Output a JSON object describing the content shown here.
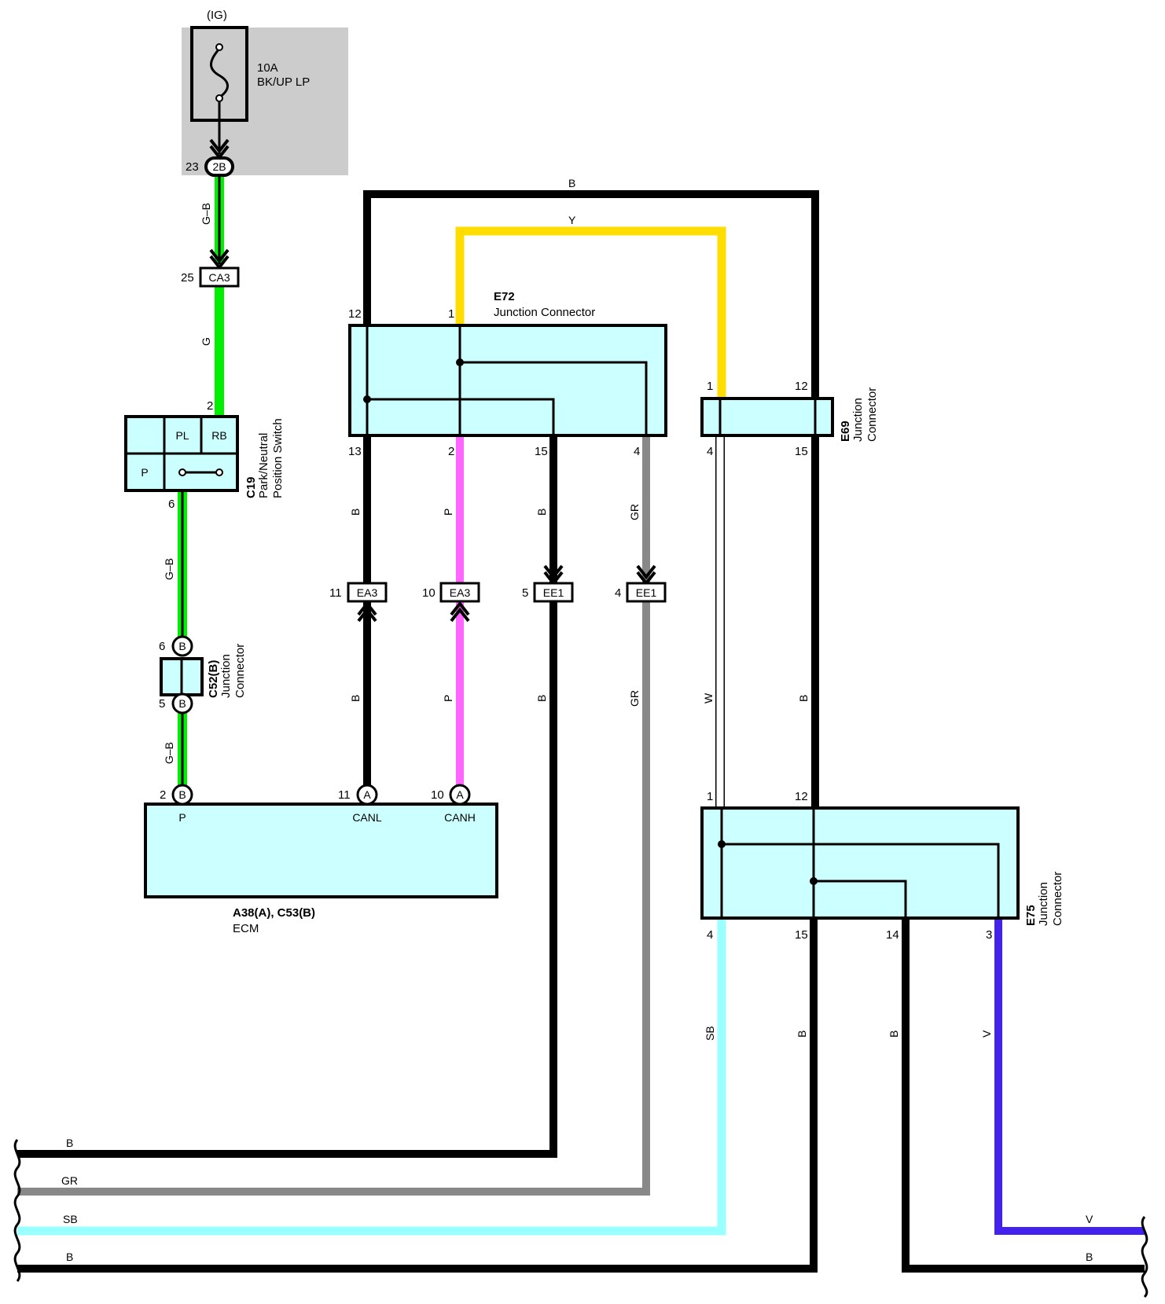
{
  "fuse": {
    "supply": "(IG)",
    "rating": "10A",
    "name": "BK/UP LP"
  },
  "connectors": {
    "2B": "2B",
    "CA3": "CA3",
    "EA3": "EA3",
    "EE1": "EE1",
    "B": "B",
    "A": "A"
  },
  "pins": {
    "p23": "23",
    "p25": "25",
    "p2": "2",
    "p6": "6",
    "p5": "5",
    "p12": "12",
    "p1": "1",
    "p13": "13",
    "p15": "15",
    "p4": "4",
    "p11": "11",
    "p10": "10",
    "p14": "14",
    "p3": "3"
  },
  "wires": {
    "GB": "G–B",
    "G": "G",
    "B": "B",
    "Y": "Y",
    "P": "P",
    "GR": "GR",
    "W": "W",
    "SB": "SB",
    "V": "V"
  },
  "c19": {
    "id": "C19",
    "desc1": "Park/Neutral",
    "desc2": "Position Switch",
    "PL": "PL",
    "RB": "RB",
    "P": "P"
  },
  "c52": {
    "id": "C52(B)",
    "desc1": "Junction",
    "desc2": "Connector"
  },
  "e72": {
    "id": "E72",
    "desc": "Junction Connector"
  },
  "e69": {
    "id": "E69",
    "desc1": "Junction",
    "desc2": "Connector"
  },
  "e75": {
    "id": "E75",
    "desc1": "Junction",
    "desc2": "Connector"
  },
  "ecm": {
    "id": "A38(A), C53(B)",
    "name": "ECM",
    "P": "P",
    "CANL": "CANL",
    "CANH": "CANH"
  },
  "colors": {
    "green": "#00ee00",
    "yellow": "#ffdd00",
    "pink": "#ff66ff",
    "gray": "#888888",
    "lightblue": "#99ffff",
    "violet": "#4422ee",
    "box": "#ccffff",
    "shade": "#cccccc"
  }
}
